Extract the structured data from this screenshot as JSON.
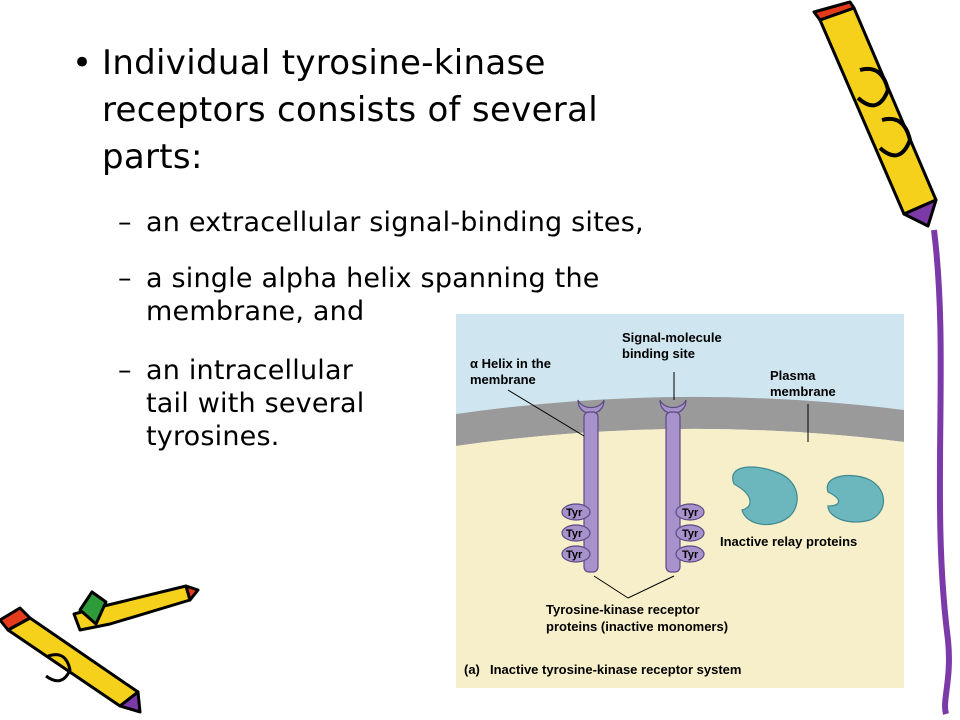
{
  "slide": {
    "bullet": {
      "marker": "•",
      "text_lines": [
        "Individual tyrosine-kinase",
        "receptors consists of several",
        "parts:"
      ]
    },
    "subpoints": [
      {
        "marker": "–",
        "lines": [
          "an extracellular signal-binding sites,"
        ]
      },
      {
        "marker": "–",
        "lines": [
          "a single alpha helix spanning the",
          "membrane, and"
        ]
      },
      {
        "marker": "–",
        "lines": [
          "an intracellular",
          "tail with several",
          "tyrosines."
        ]
      }
    ]
  },
  "figure": {
    "labels": {
      "alpha_helix": [
        "α Helix in the",
        "membrane"
      ],
      "signal_site": [
        "Signal-molecule",
        "binding site"
      ],
      "plasma_membrane": [
        "Plasma",
        "membrane"
      ],
      "tyr": "Tyr",
      "relay": "Inactive relay proteins",
      "receptor": [
        "Tyrosine-kinase receptor",
        "proteins (inactive monomers)"
      ],
      "caption_letter": "(a)",
      "caption": "Inactive tyrosine-kinase receptor system"
    },
    "colors": {
      "extracellular": "#cfe6f0",
      "membrane": "#9a9a9a",
      "cytoplasm": "#f7efc9",
      "receptor": "#a892cc",
      "relay_protein": "#6cb6bd"
    }
  },
  "decor": {
    "pencil_colors": [
      "#f6d11b",
      "#e33b1c",
      "#7b3aa8",
      "#2e9b3a"
    ]
  }
}
